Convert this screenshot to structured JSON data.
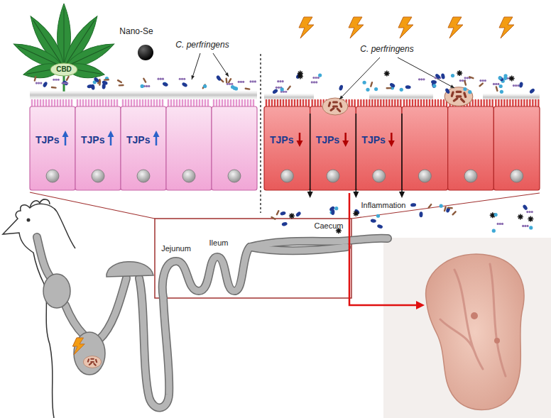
{
  "diagram": {
    "labels": [
      "CBD",
      "Nano-Se",
      "C. perfringens",
      "C. perfringens",
      "TJPs",
      "TJPs",
      "TJPs",
      "TJPs",
      "TJPs",
      "TJPs",
      "Inflammation",
      "Jejunum",
      "Ileum",
      "Caecum"
    ]
  }
}
